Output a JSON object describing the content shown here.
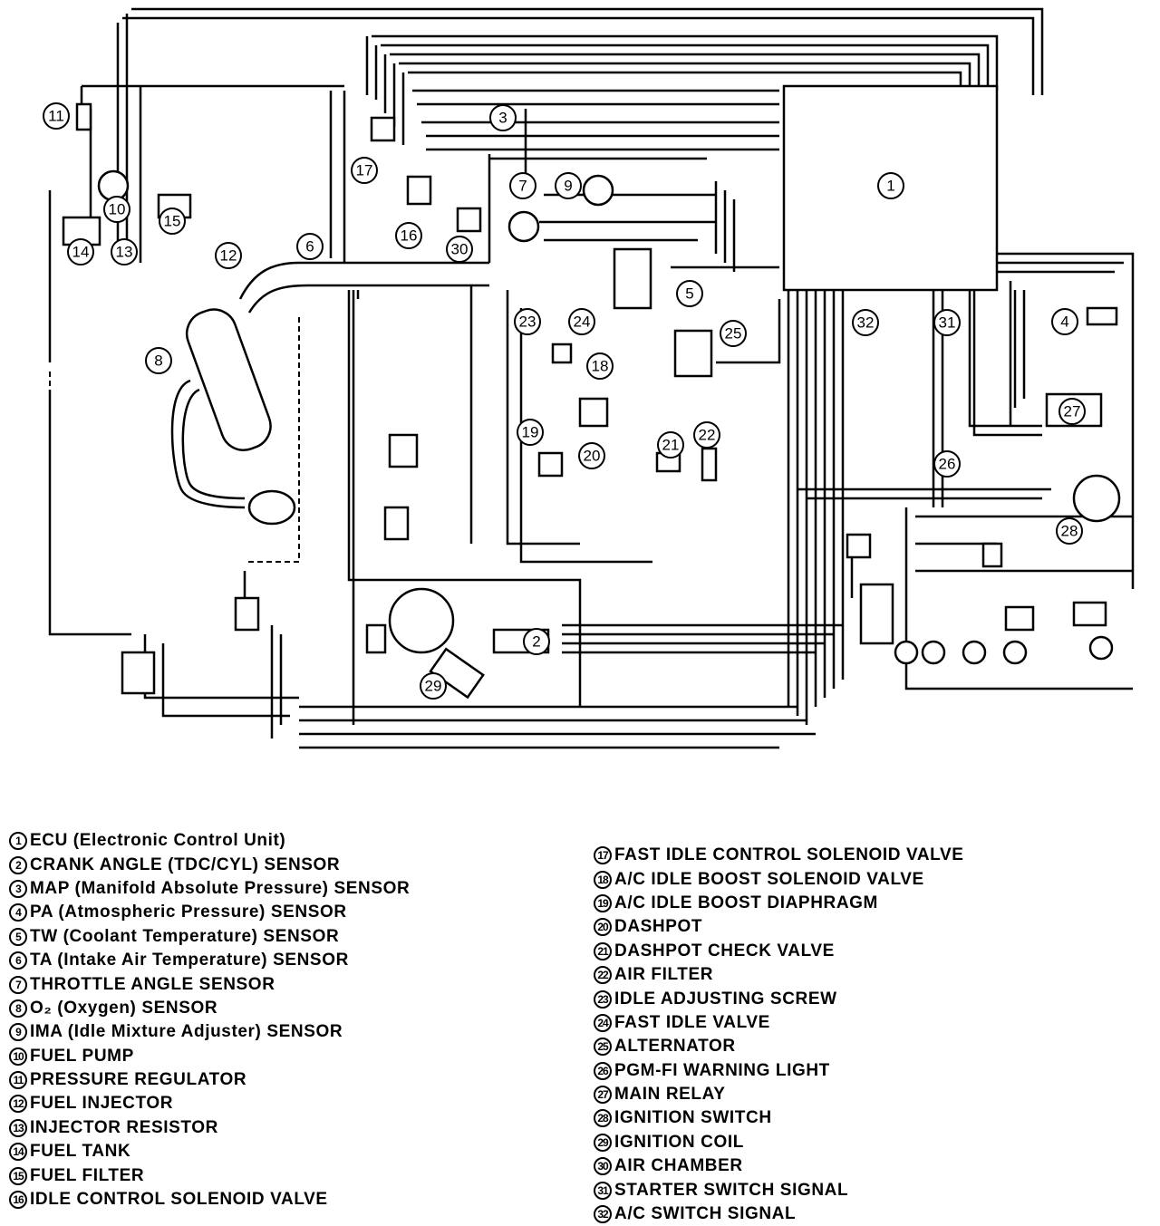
{
  "diagram": {
    "callouts": [
      "1",
      "2",
      "3",
      "4",
      "5",
      "6",
      "7",
      "8",
      "9",
      "10",
      "11",
      "12",
      "13",
      "14",
      "15",
      "16",
      "17",
      "18",
      "19",
      "20",
      "21",
      "22",
      "23",
      "24",
      "25",
      "26",
      "27",
      "28",
      "29",
      "30",
      "31",
      "32"
    ]
  },
  "legend": {
    "left": [
      {
        "num": "1",
        "label": "ECU (Electronic Control Unit)"
      },
      {
        "num": "2",
        "label": "CRANK ANGLE (TDC/CYL) SENSOR"
      },
      {
        "num": "3",
        "label": "MAP (Manifold Absolute Pressure) SENSOR"
      },
      {
        "num": "4",
        "label": "PA (Atmospheric Pressure) SENSOR"
      },
      {
        "num": "5",
        "label": "TW (Coolant Temperature) SENSOR"
      },
      {
        "num": "6",
        "label": "TA (Intake Air Temperature) SENSOR"
      },
      {
        "num": "7",
        "label": "THROTTLE ANGLE SENSOR"
      },
      {
        "num": "8",
        "label": "O₂ (Oxygen) SENSOR"
      },
      {
        "num": "9",
        "label": "IMA (Idle Mixture Adjuster) SENSOR"
      },
      {
        "num": "10",
        "label": "FUEL PUMP"
      },
      {
        "num": "11",
        "label": "PRESSURE REGULATOR"
      },
      {
        "num": "12",
        "label": "FUEL INJECTOR"
      },
      {
        "num": "13",
        "label": "INJECTOR RESISTOR"
      },
      {
        "num": "14",
        "label": "FUEL TANK"
      },
      {
        "num": "15",
        "label": "FUEL FILTER"
      },
      {
        "num": "16",
        "label": "IDLE CONTROL SOLENOID VALVE"
      }
    ],
    "right": [
      {
        "num": "17",
        "label": "FAST IDLE CONTROL SOLENOID VALVE"
      },
      {
        "num": "18",
        "label": "A/C IDLE BOOST SOLENOID VALVE"
      },
      {
        "num": "19",
        "label": "A/C IDLE BOOST DIAPHRAGM"
      },
      {
        "num": "20",
        "label": "DASHPOT"
      },
      {
        "num": "21",
        "label": "DASHPOT CHECK VALVE"
      },
      {
        "num": "22",
        "label": "AIR FILTER"
      },
      {
        "num": "23",
        "label": "IDLE ADJUSTING SCREW"
      },
      {
        "num": "24",
        "label": "FAST IDLE VALVE"
      },
      {
        "num": "25",
        "label": "ALTERNATOR"
      },
      {
        "num": "26",
        "label": "PGM-FI WARNING LIGHT"
      },
      {
        "num": "27",
        "label": "MAIN RELAY"
      },
      {
        "num": "28",
        "label": "IGNITION SWITCH"
      },
      {
        "num": "29",
        "label": "IGNITION COIL"
      },
      {
        "num": "30",
        "label": "AIR CHAMBER"
      },
      {
        "num": "31",
        "label": "STARTER SWITCH SIGNAL"
      },
      {
        "num": "32",
        "label": "A/C SWITCH SIGNAL"
      }
    ]
  }
}
